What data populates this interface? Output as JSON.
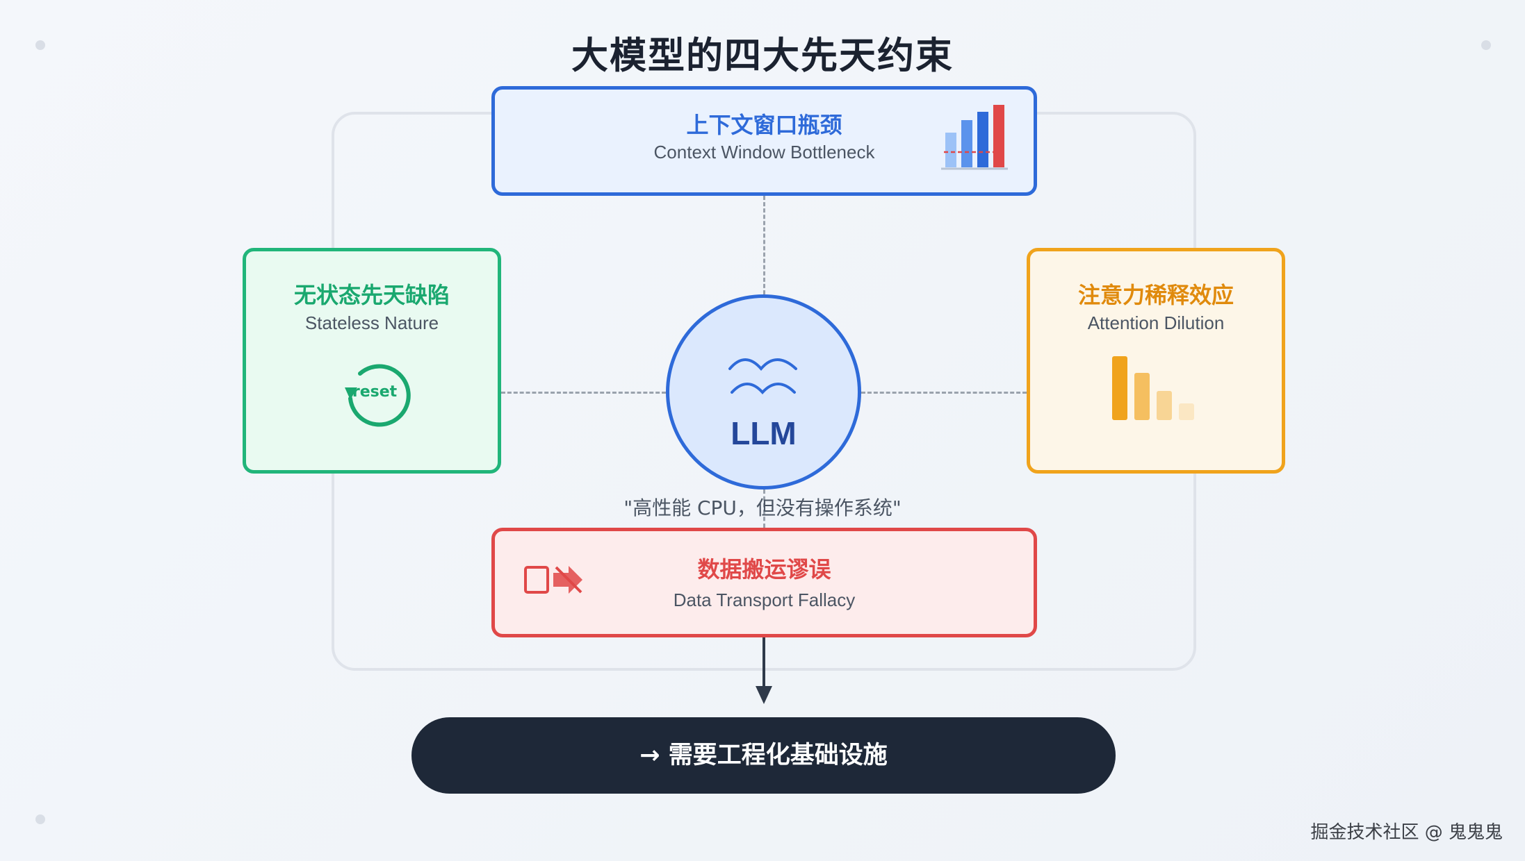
{
  "title": "大模型的四大先天约束",
  "center": {
    "label": "LLM",
    "caption": "\"高性能 CPU，但没有操作系统\""
  },
  "constraints": [
    {
      "title": "上下文窗口瓶颈",
      "subtitle": "Context Window Bottleneck",
      "color": "#2e6ad9"
    },
    {
      "title": "无状态先天缺陷",
      "subtitle": "Stateless Nature",
      "icon_text": "reset",
      "color": "#1aa86f"
    },
    {
      "title": "注意力稀释效应",
      "subtitle": "Attention Dilution",
      "color": "#e08a0c"
    },
    {
      "title": "数据搬运谬误",
      "subtitle": "Data Transport Fallacy",
      "color": "#e04848"
    }
  ],
  "conclusion": "→ 需要工程化基础设施",
  "watermark": "掘金技术社区 @ 鬼鬼鬼",
  "icons": [
    "bar-chart-icon",
    "reset-cycle-icon",
    "declining-bars-icon",
    "transfer-block-icon",
    "wave-icon",
    "arrow-down-icon"
  ]
}
